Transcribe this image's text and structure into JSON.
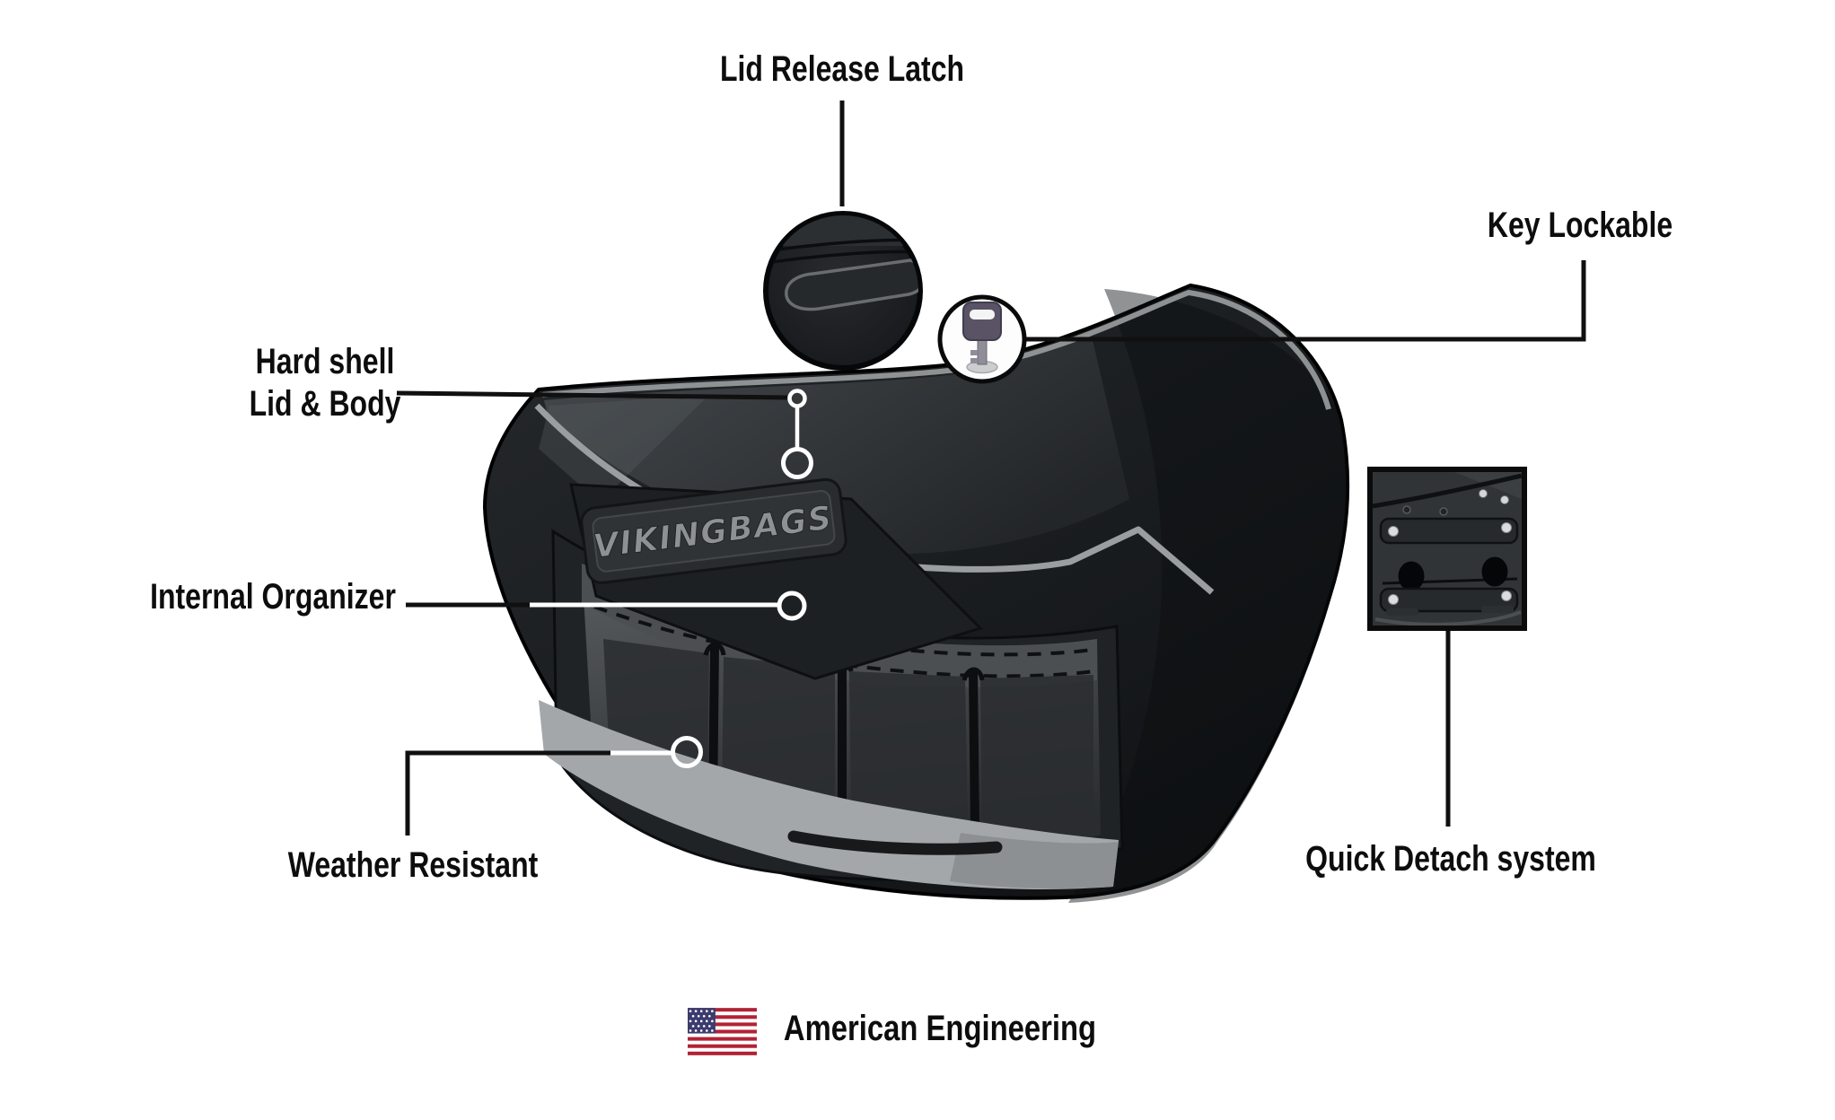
{
  "diagram": {
    "background": "#ffffff",
    "callouts": {
      "lid_release_latch": "Lid Release Latch",
      "key_lockable": "Key Lockable",
      "hard_shell_line1": "Hard shell",
      "hard_shell_line2": "Lid & Body",
      "internal_organizer": "Internal Organizer",
      "weather_resistant": "Weather Resistant",
      "quick_detach_system": "Quick Detach system"
    },
    "bag": {
      "logo": "VIKINGBAGS"
    },
    "footer": {
      "text": "American Engineering",
      "flag": "us-flag-icon"
    },
    "colors": {
      "label_text": "#0d0d0d",
      "connector_line": "#101010",
      "marker_ring": "#ffffff",
      "bag_body": "#1b1e21",
      "piping": "#9b9ea0",
      "bottom_band": "#a4a7a9",
      "flag_red": "#B22234",
      "flag_blue": "#3C3B6E"
    }
  }
}
